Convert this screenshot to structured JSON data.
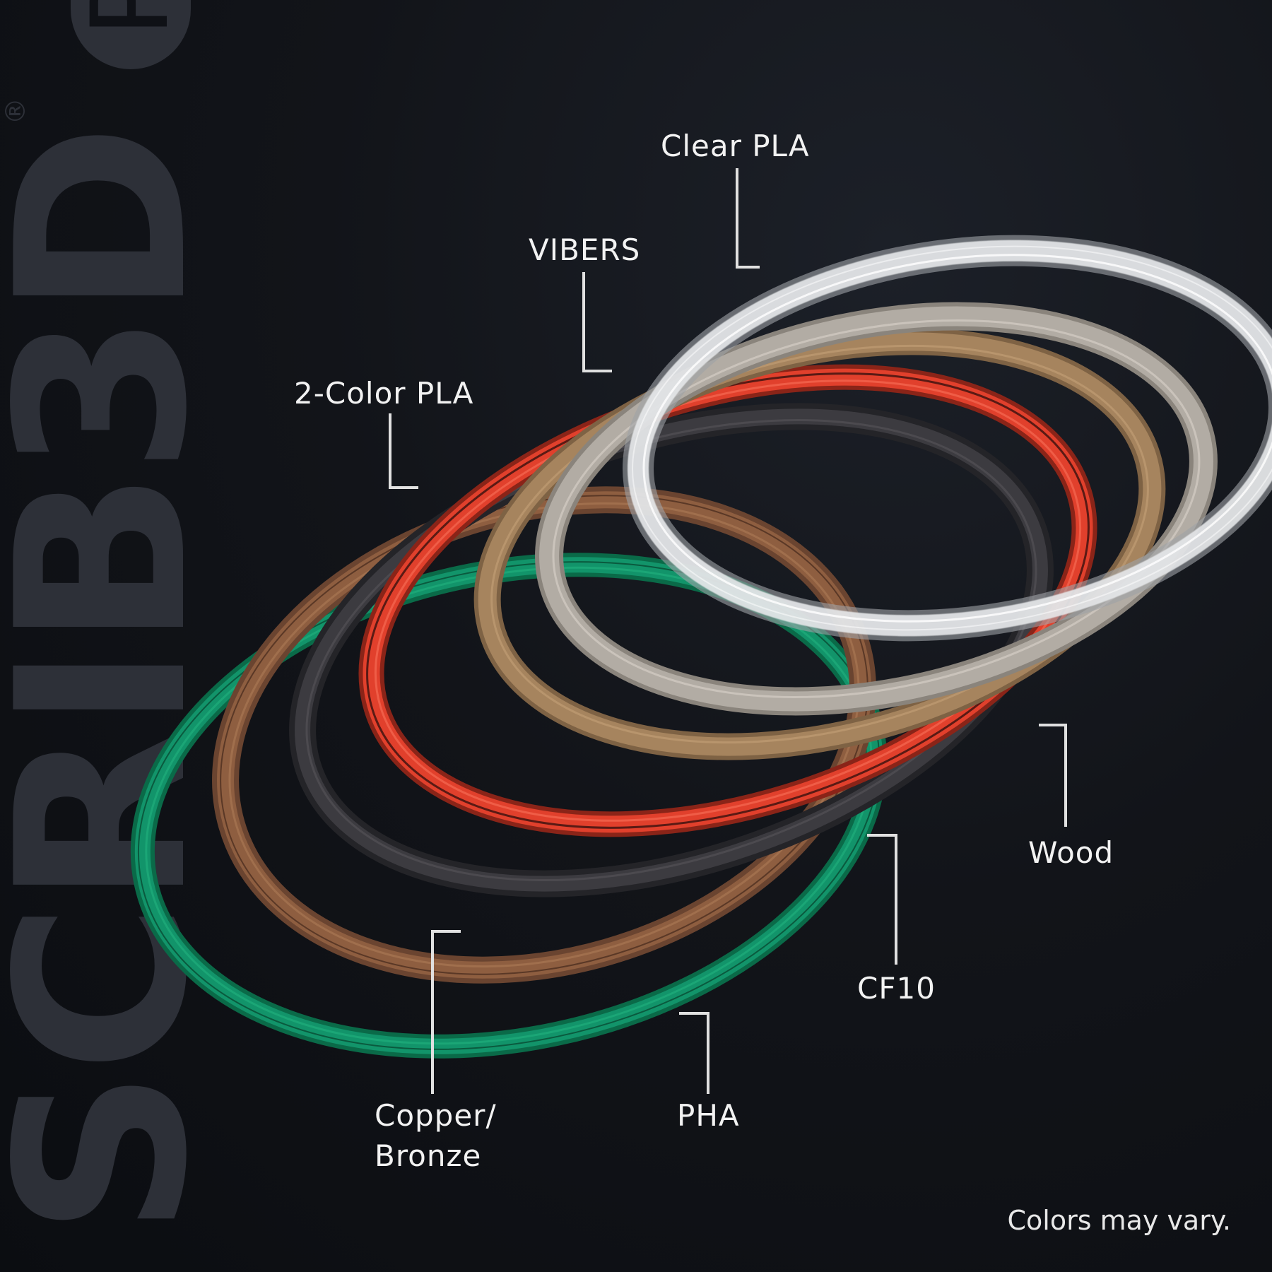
{
  "brand": {
    "name": "SCRIB3D",
    "registered": "®",
    "edition": "PRO"
  },
  "filaments": [
    {
      "label": "Clear PLA",
      "color": "#e6e8ea"
    },
    {
      "label": "VIBERS",
      "color": "#b2aca4"
    },
    {
      "label": "2-Color PLA",
      "color": "#e1402c"
    },
    {
      "label": "Wood",
      "color": "#a6845e"
    },
    {
      "label": "CF10",
      "color": "#3a3a3e"
    },
    {
      "label": "Copper/\nBronze",
      "color": "#8a5a3c"
    },
    {
      "label": "PHA",
      "color": "#0e8a5e"
    }
  ],
  "labels": {
    "clear_pla": "Clear PLA",
    "vibers": "VIBERS",
    "two_color_pla": "2-Color PLA",
    "wood": "Wood",
    "cf10": "CF10",
    "copper_line1": "Copper/",
    "copper_line2": "Bronze",
    "pha": "PHA"
  },
  "footer": {
    "note": "Colors may vary."
  },
  "colors": {
    "background": "#0d0f14",
    "watermark": "#2d3038",
    "label_text": "#f2f2f2",
    "leader_line": "#e0e0e0"
  }
}
